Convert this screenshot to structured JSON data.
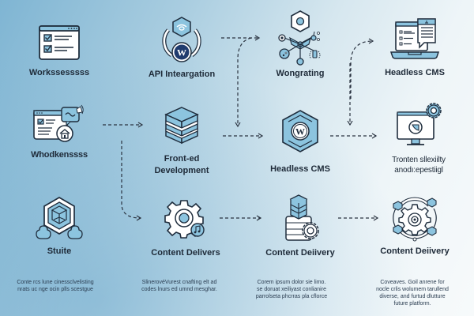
{
  "diagram": {
    "nodes": [
      {
        "id": "worksessions",
        "label": "Workssesssss",
        "icon": "browser-checklist-icon"
      },
      {
        "id": "api-integration",
        "label": "API Inteargation",
        "icon": "wordpress-sync-icon"
      },
      {
        "id": "wongrating",
        "label": "Wongrating",
        "icon": "network-hub-icon"
      },
      {
        "id": "headless-cms-top",
        "label": "Headless CMS",
        "icon": "laptop-document-icon"
      },
      {
        "id": "whodkenssss",
        "label": "Whodkenssss",
        "icon": "browser-chat-home-icon"
      },
      {
        "id": "frontend-dev",
        "label_line1": "Front-ed",
        "label_line2": "Development",
        "icon": "layered-cube-icon"
      },
      {
        "id": "headless-cms-mid",
        "label": "Headless CMS",
        "icon": "wordpress-hexagon-icon"
      },
      {
        "id": "tronten",
        "label_line1": "Tronten sllexiilty",
        "label_line2": "anodı:epestiigl",
        "icon": "monitor-gear-icon"
      },
      {
        "id": "stuite",
        "label": "Stuite",
        "icon": "hexagon-cube-icon"
      },
      {
        "id": "content-delivers",
        "label": "Content Delivers",
        "icon": "gear-music-icon"
      },
      {
        "id": "content-delivery-1",
        "label": "Content Deiivery",
        "icon": "server-gear-icon"
      },
      {
        "id": "content-delivery-2",
        "label": "Content Deiivery",
        "icon": "gear-orbit-icon"
      }
    ],
    "descriptions": [
      {
        "lines": [
          "Conte rcs lune cinessclvelisting",
          "nrats uc nge ocin plls scestgue"
        ]
      },
      {
        "lines": [
          "SlinerovéVurest cnafting elt ad",
          "codes lnurs ed umnd mesghar."
        ]
      },
      {
        "lines": [
          "Corem ipsum dolor sie limo.",
          "se doruat xeiliyast conlianire",
          "parrolseta phcrras pla cflorce"
        ]
      },
      {
        "lines": [
          "Coveaves. Goil anrene for",
          "nocle crlis wolumem tarullend",
          "diverse, and furtud dlutture",
          "future platform."
        ]
      }
    ],
    "edges": [
      {
        "from": "api-integration",
        "to": "wongrating",
        "style": "dashed"
      },
      {
        "from": "api-integration",
        "to": "headless-cms-mid",
        "style": "dashed"
      },
      {
        "from": "wongrating",
        "to": "headless-cms-top",
        "style": "dashed"
      },
      {
        "from": "headless-cms-top",
        "to": "tronten",
        "style": "dashed"
      },
      {
        "from": "whodkenssss",
        "to": "frontend-dev",
        "style": "dashed"
      },
      {
        "from": "frontend-dev",
        "to": "headless-cms-mid",
        "style": "dashed"
      },
      {
        "from": "headless-cms-mid",
        "to": "tronten",
        "style": "dashed"
      },
      {
        "from": "whodkenssss",
        "to": "content-delivers",
        "style": "dashed"
      },
      {
        "from": "content-delivers",
        "to": "content-delivery-1",
        "style": "dashed"
      },
      {
        "from": "content-delivery-1",
        "to": "content-delivery-2",
        "style": "dashed"
      }
    ]
  },
  "colors": {
    "icon_fill": "#8cc4df",
    "icon_stroke": "#1f2d3d",
    "wp_navy": "#1f3b6e",
    "text": "#1e2a38"
  }
}
